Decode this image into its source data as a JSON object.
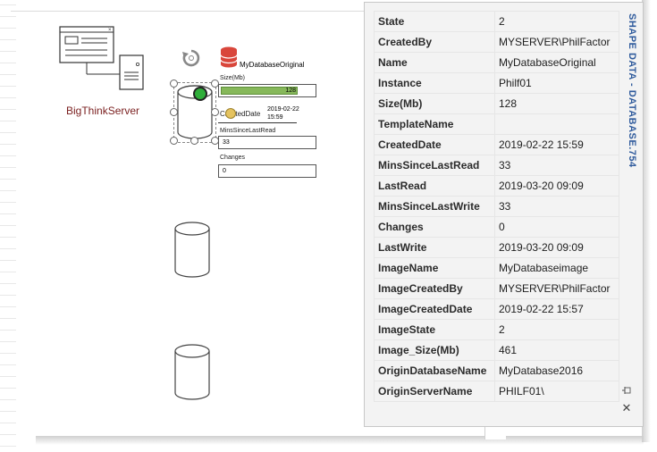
{
  "canvas": {
    "server_label": "BigThinkServer",
    "database_shape": {
      "name": "MyDatabaseOriginal",
      "size_label": "Size(Mb)",
      "size_value": "128",
      "created_label": "CreatedDate",
      "created_value": "2019-02-22 15:59",
      "mins_since_last_read_label": "MinsSinceLastRead",
      "mins_since_last_read_value": "33",
      "changes_label": "Changes",
      "changes_value": "0"
    }
  },
  "shape_data_panel": {
    "title": "SHAPE DATA - DATABASE.754",
    "rows": [
      {
        "key": "State",
        "value": "2"
      },
      {
        "key": "CreatedBy",
        "value": "MYSERVER\\PhilFactor"
      },
      {
        "key": "Name",
        "value": "MyDatabaseOriginal"
      },
      {
        "key": "Instance",
        "value": "Philf01"
      },
      {
        "key": "Size(Mb)",
        "value": "128"
      },
      {
        "key": "TemplateName",
        "value": ""
      },
      {
        "key": "CreatedDate",
        "value": "2019-02-22 15:59"
      },
      {
        "key": "MinsSinceLastRead",
        "value": "33"
      },
      {
        "key": "LastRead",
        "value": "2019-03-20 09:09"
      },
      {
        "key": "MinsSinceLastWrite",
        "value": "33"
      },
      {
        "key": "Changes",
        "value": "0"
      },
      {
        "key": "LastWrite",
        "value": "2019-03-20 09:09"
      },
      {
        "key": "ImageName",
        "value": "MyDatabaseimage"
      },
      {
        "key": "ImageCreatedBy",
        "value": "MYSERVER\\PhilFactor"
      },
      {
        "key": "ImageCreatedDate",
        "value": "2019-02-22 15:57"
      },
      {
        "key": "ImageState",
        "value": "2"
      },
      {
        "key": "Image_Size(Mb)",
        "value": "461"
      },
      {
        "key": "OriginDatabaseName",
        "value": "MyDatabase2016"
      },
      {
        "key": "OriginServerName",
        "value": "PHILF01\\"
      }
    ],
    "pin_icon": "pin-icon",
    "close_icon": "close-icon"
  },
  "colors": {
    "panel_title": "#2e5a9c",
    "database_icon": "#d9463b",
    "size_bar": "#86b85a",
    "selection_handle": "#2fae3a",
    "server_label": "#7a1f1f"
  }
}
